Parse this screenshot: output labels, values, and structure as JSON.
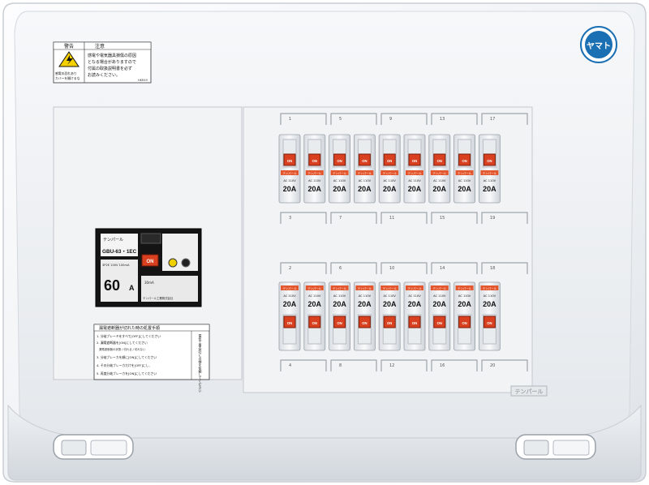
{
  "warning_label": {
    "title_left": "警告",
    "title_right": "注意",
    "caution_line1": "感電の恐れあり",
    "caution_line2": "カバーを開けるな",
    "notice_line1": "感電や電気器具損傷の原因",
    "notice_line2": "となる場合がありますので",
    "notice_line3": "付属の取扱説明書を必ず",
    "notice_line4": "お読みください。",
    "code": "HKR49"
  },
  "main_breaker": {
    "brand": "テンパール",
    "model": "GBU-63・1EC",
    "rating": "60",
    "unit": "A",
    "switch_label": "ON",
    "spec1": "3P2E 100V 100mA",
    "spec2": "30mA",
    "maker": "テンパール工業株式会社"
  },
  "instruction_sheet": {
    "title": "漏電遮断器が切れた時の処置手順",
    "step1": "1. 分岐ブレーキをすべて[OFF]にしてください",
    "step2": "2. 漏電遮断器を[ON]にしてください",
    "step2_note": "漏電遮断器の状態 / 切れる / 切れない",
    "step3": "3. 分岐ブレーカを順に[ON]にしてください",
    "step4": "4. その分岐ブレーカだけを[OFF]にし、",
    "step5": "5. 再度分岐ブレーカを[ON]にしてください",
    "side_note": "電気工事会社に点検を依頼してください"
  },
  "branch_breakers": {
    "switch_label": "ON",
    "brand": "テンパール",
    "voltage": "AC 110V",
    "rating": "20A",
    "top_row_circuits": [
      "1",
      "5",
      "9",
      "13",
      "17"
    ],
    "top_row_lower_circuits": [
      "3",
      "7",
      "11",
      "15",
      "19"
    ],
    "bottom_row_upper_circuits": [
      "2",
      "6",
      "10",
      "14",
      "18"
    ],
    "bottom_row_lower_circuits": [
      "4",
      "8",
      "12",
      "16",
      "20"
    ]
  },
  "logo": {
    "text": "ヤマト"
  },
  "brand_plate": "テンパール",
  "colors": {
    "panel": "#f4f6f8",
    "breaker_switch": "#d8401f",
    "label_orange": "#e4572e",
    "main_breaker_body": "#151515",
    "logo_blue": "#1b6fb3"
  }
}
